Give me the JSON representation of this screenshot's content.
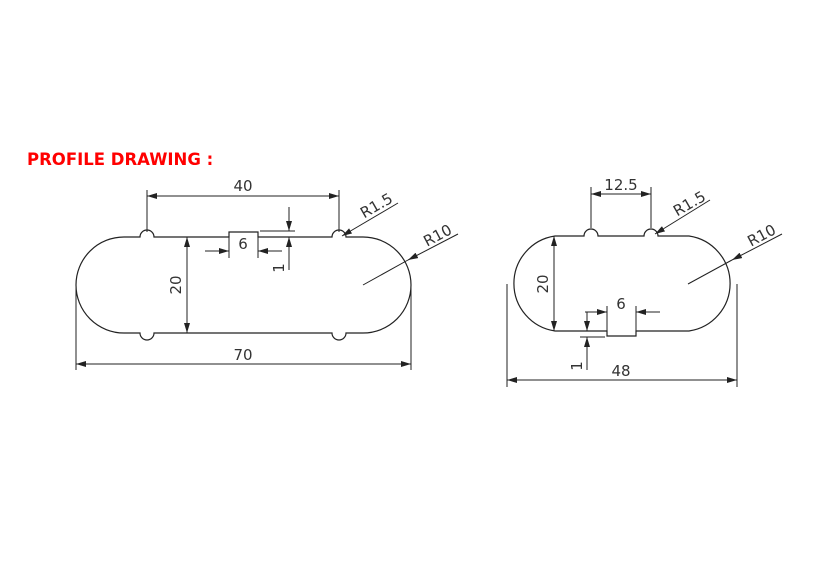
{
  "title": "PROFILE DRAWING :",
  "colors": {
    "title": "#ff0000",
    "lines": "#222222",
    "background": "#ffffff"
  },
  "profile_left": {
    "overall_width": "70",
    "height": "20",
    "bump_spacing": "40",
    "slot_width": "6",
    "slot_depth": "1",
    "bump_radius": "R1.5",
    "end_radius": "R10"
  },
  "profile_right": {
    "overall_width": "48",
    "height": "20",
    "bump_spacing": "12.5",
    "slot_width": "6",
    "slot_depth": "1",
    "bump_radius": "R1.5",
    "end_radius": "R10"
  }
}
